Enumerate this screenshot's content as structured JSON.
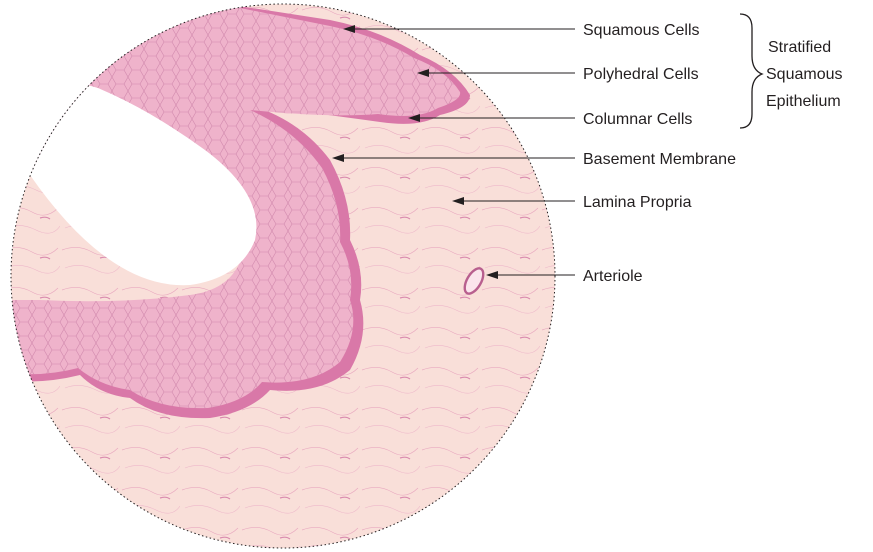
{
  "labels": [
    {
      "id": "squamous",
      "text": "Squamous Cells"
    },
    {
      "id": "polyhedral",
      "text": "Polyhedral Cells"
    },
    {
      "id": "columnar",
      "text": "Columnar Cells"
    },
    {
      "id": "basement",
      "text": "Basement Membrane"
    },
    {
      "id": "lamina",
      "text": "Lamina Propria"
    },
    {
      "id": "arteriole",
      "text": "Arteriole"
    }
  ],
  "group": {
    "lines": [
      "Stratified",
      "Squamous",
      "Epithelium"
    ]
  },
  "colors": {
    "stroma": "#f9dfd9",
    "epithelium": "#efb3cb",
    "basal": "#d978a8",
    "nuclei": "#b85f8e",
    "lumen": "#ffffff",
    "ink": "#231f20"
  }
}
